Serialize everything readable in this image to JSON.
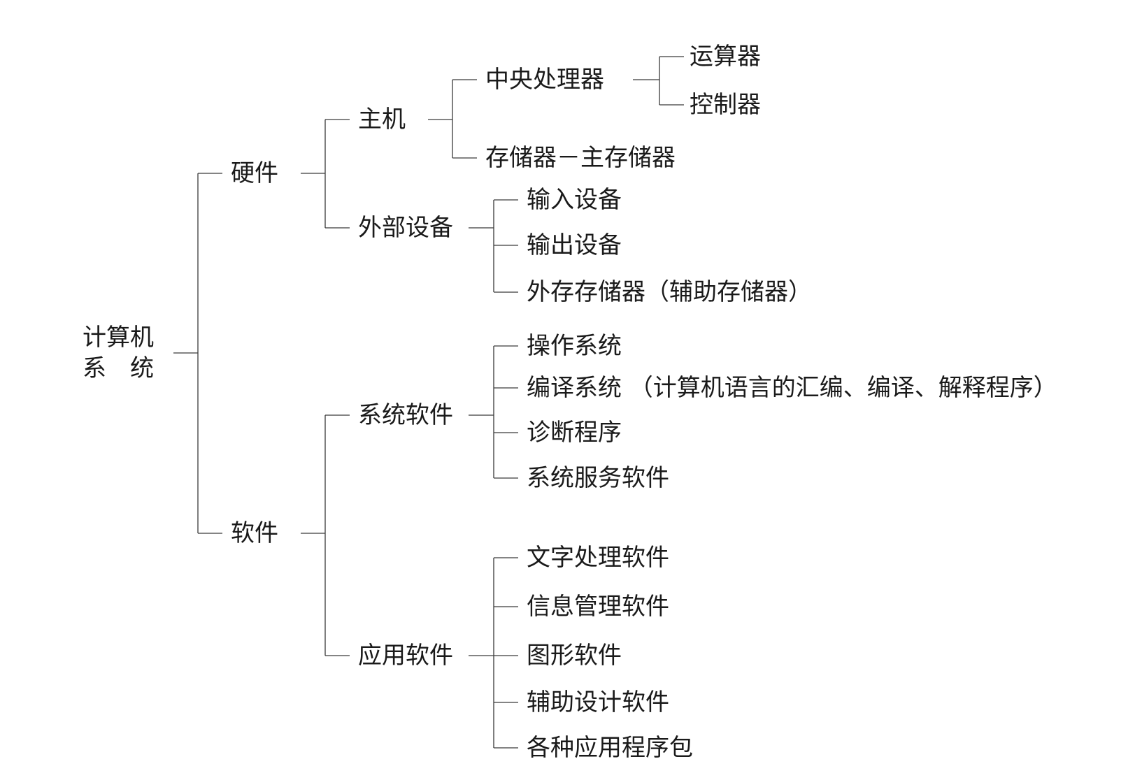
{
  "root": {
    "line1": "计算机",
    "line2": "系　统"
  },
  "hardware": {
    "label": "硬件",
    "host": {
      "label": "主机",
      "cpu": {
        "label": "中央处理器",
        "alu": "运算器",
        "controller": "控制器"
      },
      "memory": "存储器－主存储器"
    },
    "peripherals": {
      "label": "外部设备",
      "input": "输入设备",
      "output": "输出设备",
      "external_storage": "外存存储器（辅助存储器）"
    }
  },
  "software": {
    "label": "软件",
    "system_software": {
      "label": "系统软件",
      "items": [
        "操作系统",
        "编译系统 （计算机语言的汇编、编译、解释程序）",
        "诊断程序",
        "系统服务软件"
      ]
    },
    "application_software": {
      "label": "应用软件",
      "items": [
        "文字处理软件",
        "信息管理软件",
        "图形软件",
        "辅助设计软件",
        "各种应用程序包"
      ]
    }
  }
}
